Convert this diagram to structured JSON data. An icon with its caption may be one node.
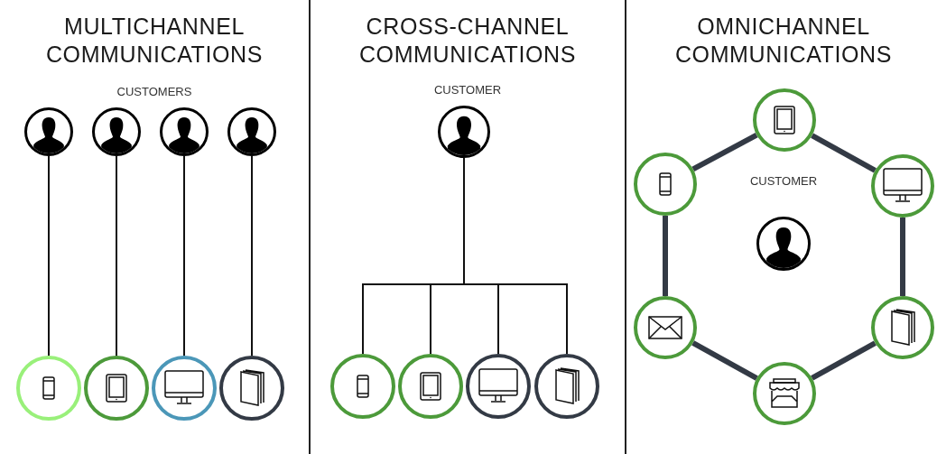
{
  "diagram": {
    "nodes": [
      {
        "text": [],
        "shape": "person"
      },
      {
        "text": [],
        "shape": "person"
      },
      {
        "text": [],
        "shape": "person"
      },
      {
        "text": [],
        "shape": "person"
      },
      {
        "text": [],
        "shape": "circle"
      },
      {
        "text": [],
        "shape": "circle"
      },
      {
        "text": [],
        "shape": "circle"
      },
      {
        "text": [],
        "shape": "circle"
      },
      {
        "text": [],
        "shape": "person"
      },
      {
        "text": [],
        "shape": "circle"
      },
      {
        "text": [],
        "shape": "circle"
      },
      {
        "text": [],
        "shape": "circle"
      },
      {
        "text": [],
        "shape": "circle"
      },
      {
        "text": [],
        "shape": "circle"
      },
      {
        "text": [],
        "shape": "circle"
      },
      {
        "text": [],
        "shape": "circle"
      },
      {
        "text": [],
        "shape": "circle"
      },
      {
        "text": [],
        "shape": "circle"
      },
      {
        "text": [],
        "shape": "circle"
      },
      {
        "text": [],
        "shape": "person",
        "beside": [
          "CUSTOMER"
        ]
      }
    ],
    "edges": [
      {
        "from": 0,
        "to": 4,
        "arrow": "none"
      },
      {
        "from": 1,
        "to": 5,
        "arrow": "none"
      },
      {
        "from": 2,
        "to": 6,
        "arrow": "none"
      },
      {
        "from": 3,
        "to": 7,
        "arrow": "none"
      },
      {
        "from": 8,
        "to": 9,
        "arrow": "none"
      },
      {
        "from": 8,
        "to": 10,
        "arrow": "none"
      },
      {
        "from": 8,
        "to": 11,
        "arrow": "none"
      },
      {
        "from": 8,
        "to": 12,
        "arrow": "none"
      },
      {
        "from": 18,
        "to": 13,
        "arrow": "none",
        "style": "thick",
        "color": "#333a45"
      },
      {
        "from": 13,
        "to": 14,
        "arrow": "none",
        "style": "thick",
        "color": "#333a45"
      },
      {
        "from": 14,
        "to": 15,
        "arrow": "none",
        "style": "thick",
        "color": "#333a45"
      },
      {
        "from": 15,
        "to": 16,
        "arrow": "none",
        "style": "thick",
        "color": "#333a45"
      },
      {
        "from": 16,
        "to": 17,
        "arrow": "none",
        "style": "thick",
        "color": "#333a45"
      },
      {
        "from": 17,
        "to": 18,
        "arrow": "none",
        "style": "thick",
        "color": "#333a45"
      }
    ],
    "labels": [
      "MULTICHANNEL COMMUNICATIONS",
      "CUSTOMERS",
      "CROSS-CHANNEL COMMUNICATIONS",
      "CUSTOMER",
      "OMNICHANNEL COMMUNICATIONS"
    ]
  }
}
